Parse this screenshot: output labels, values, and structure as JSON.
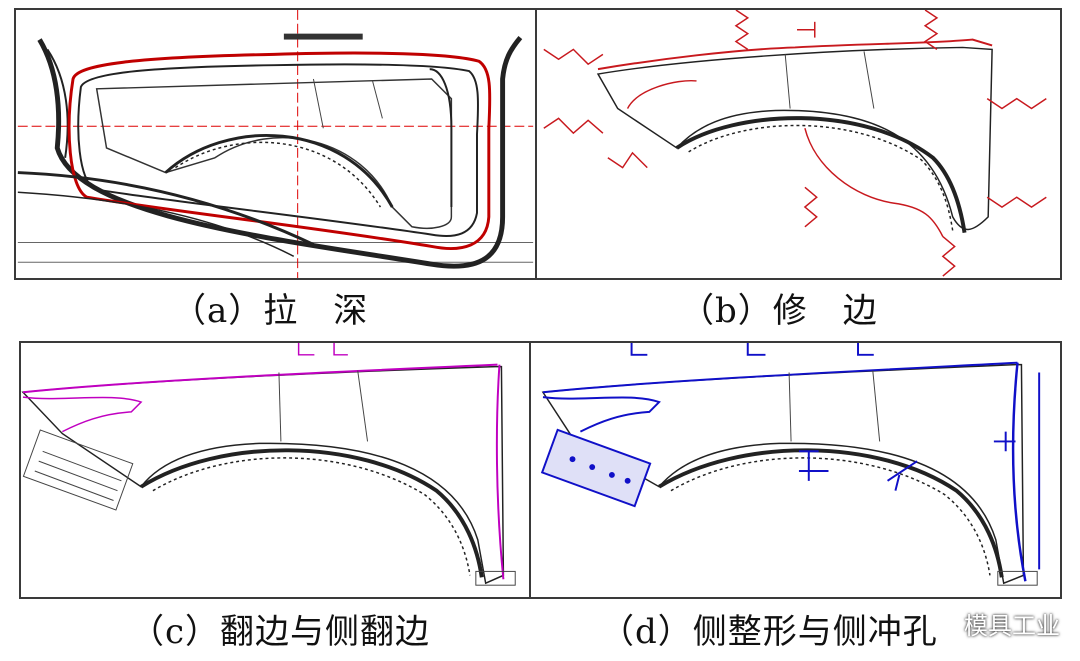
{
  "figure": {
    "captions": {
      "a": "（a）拉　深",
      "b": "（b）修　边",
      "c": "（c）翻边与侧翻边",
      "d": "（d）侧整形与侧冲孔"
    },
    "watermark": "模具工业",
    "colors": {
      "frame": "#3a3a3a",
      "line": "#222222",
      "draw": "#c00000",
      "trim": "#c8191e",
      "flange": "#c000c0",
      "pierce": "#1010c8"
    }
  }
}
